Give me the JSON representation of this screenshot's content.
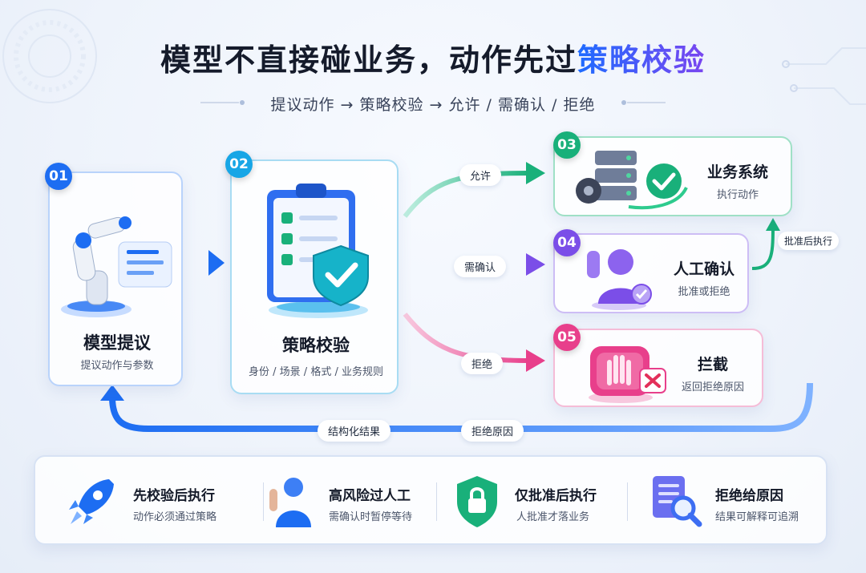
{
  "header": {
    "title_main": "模型不直接碰业务，动作先过",
    "title_highlight": "策略校验",
    "subtitle": "提议动作 → 策略校验 → 允许 / 需确认 / 拒绝"
  },
  "steps": [
    {
      "number": "01",
      "title": "模型提议",
      "subtitle": "提议动作与参数",
      "color": "#1d6df2"
    },
    {
      "number": "02",
      "title": "策略校验",
      "subtitle": "身份 / 场景 / 格式 / 业务规则",
      "color": "#17a6e6"
    },
    {
      "number": "03",
      "title": "业务系统",
      "subtitle": "执行动作",
      "color": "#19b07a"
    },
    {
      "number": "04",
      "title": "人工确认",
      "subtitle": "批准或拒绝",
      "color": "#7b4ee8"
    },
    {
      "number": "05",
      "title": "拦截",
      "subtitle": "返回拒绝原因",
      "color": "#e83f8b"
    }
  ],
  "connectors": {
    "allow": "允许",
    "confirm": "需确认",
    "reject": "拒绝",
    "approve_execute": "批准后执行",
    "structured_result": "结构化结果",
    "reject_reason": "拒绝原因"
  },
  "features": [
    {
      "title": "先校验后执行",
      "subtitle": "动作必须通过策略",
      "icon": "rocket-icon"
    },
    {
      "title": "高风险过人工",
      "subtitle": "需确认时暂停等待",
      "icon": "person-raise-hand-icon"
    },
    {
      "title": "仅批准后执行",
      "subtitle": "人批准才落业务",
      "icon": "shield-lock-icon"
    },
    {
      "title": "拒绝给原因",
      "subtitle": "结果可解释可追溯",
      "icon": "document-search-icon"
    }
  ],
  "colors": {
    "blue": "#1d6df2",
    "green": "#19b07a",
    "purple": "#7b4ee8",
    "pink": "#e83f8b",
    "cyan": "#17a6e6"
  }
}
